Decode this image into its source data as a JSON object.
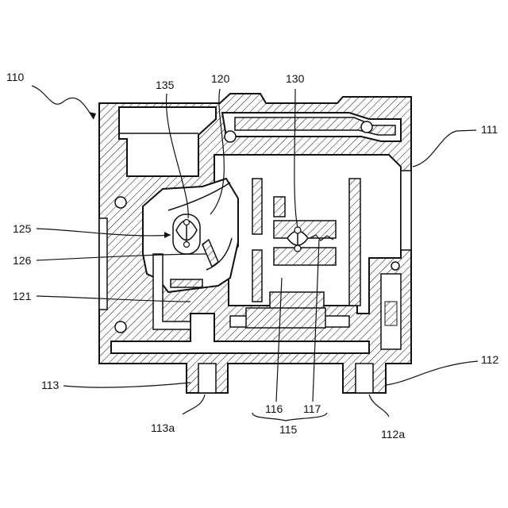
{
  "colors": {
    "ink": "#111111",
    "paper": "#ffffff"
  },
  "labels": {
    "l110": "110",
    "l111": "111",
    "l112": "112",
    "l112a": "112a",
    "l113": "113",
    "l113a": "113a",
    "l115": "115",
    "l116": "116",
    "l117": "117",
    "l120": "120",
    "l121": "121",
    "l125": "125",
    "l126": "126",
    "l130": "130",
    "l135": "135"
  }
}
